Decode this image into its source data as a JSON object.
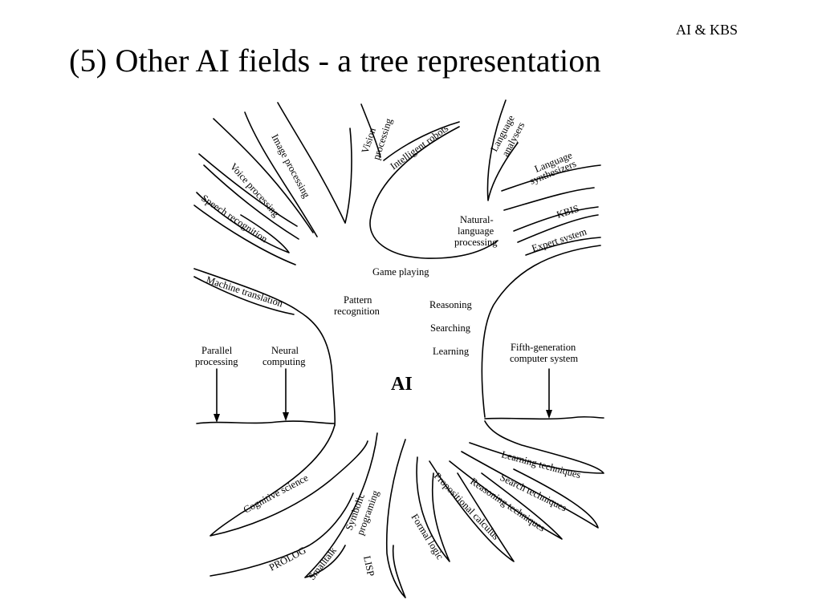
{
  "header": {
    "corner_tag": "AI & KBS",
    "title": "(5) Other AI fields - a tree representation"
  },
  "diagram": {
    "root_label": "AI",
    "trunk_topics": {
      "game_playing": "Game playing",
      "pattern_recognition": [
        "Pattern",
        "recognition"
      ],
      "reasoning": "Reasoning",
      "searching": "Searching",
      "learning": "Learning"
    },
    "canopy_left": {
      "image_processing": "Image processing",
      "voice_processing": "Voice processing",
      "speech_recognition": "Speech recognition",
      "machine_translation": "Machine translation",
      "vision_processing": [
        "Vision",
        "processing"
      ],
      "intelligent_robots": "Intelligent robots"
    },
    "canopy_right": {
      "language_analysers": [
        "Language",
        "analysers"
      ],
      "language_synthesizers": [
        "Language",
        "synthesizers"
      ],
      "natural_language_processing": [
        "Natural-",
        "language",
        "processing"
      ],
      "kbis": "KBIS",
      "expert_system": "Expert system"
    },
    "ground_arrows": {
      "parallel_processing": [
        "Parallel",
        "processing"
      ],
      "neural_computing": [
        "Neural",
        "computing"
      ],
      "fifth_generation": [
        "Fifth-generation",
        "computer system"
      ]
    },
    "roots_left": {
      "cognitive_science": "Cognitive science",
      "symbolic_programming": [
        "Symbolic",
        "programing"
      ],
      "prolog": "PROLOG",
      "smalltalk": "Smalltalk",
      "lisp": "LISP"
    },
    "roots_right": {
      "formal_logic": "Formal logic",
      "propositional_calculus": "Propositional calculus",
      "reasoning_techniques": "Reasoning techniques",
      "search_techniques": "Search techniques",
      "learning_techniques": "Learning techniques"
    }
  }
}
